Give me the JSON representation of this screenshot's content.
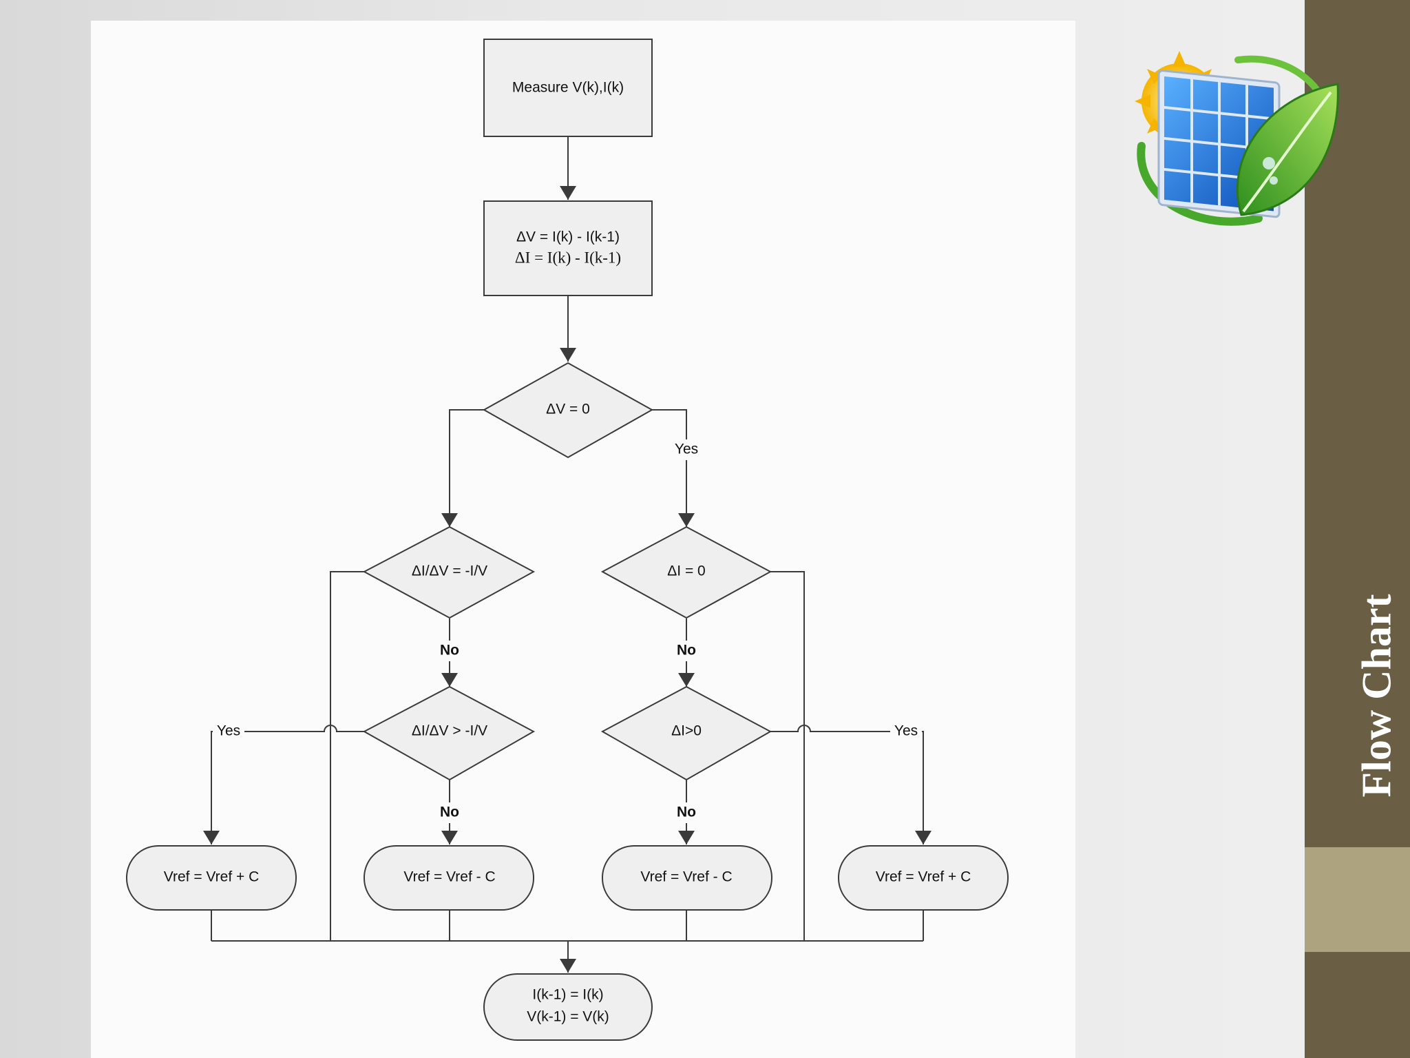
{
  "slide": {
    "title": "Flow Chart",
    "colors": {
      "side_band": "#6a5e45",
      "side_accent": "#ada47f",
      "panel": "#fbfbfb"
    }
  },
  "logo": {
    "icon": "solar-panel-leaf-icon"
  },
  "flowchart": {
    "measure": "Measure V(k),I(k)",
    "delta_v": "ΔV = I(k) - I(k-1)",
    "delta_i": "ΔI = I(k) - I(k-1)",
    "dv_zero": "ΔV = 0",
    "didv_eq": "ΔI/ΔV = -I/V",
    "di_zero": "ΔI = 0",
    "didv_gt": "ΔI/ΔV > -I/V",
    "di_pos": "ΔI>0",
    "out1": "Vref = Vref + C",
    "out2": "Vref = Vref - C",
    "out3": "Vref = Vref - C",
    "out4": "Vref = Vref + C",
    "update_i": "I(k-1) = I(k)",
    "update_v": "V(k-1) = V(k)",
    "labels": {
      "yes_dv": "Yes",
      "no_eq": "No",
      "no_di0": "No",
      "yes_gt": "Yes",
      "no_gt": "No",
      "no_pos": "No",
      "yes_pos": "Yes"
    }
  }
}
